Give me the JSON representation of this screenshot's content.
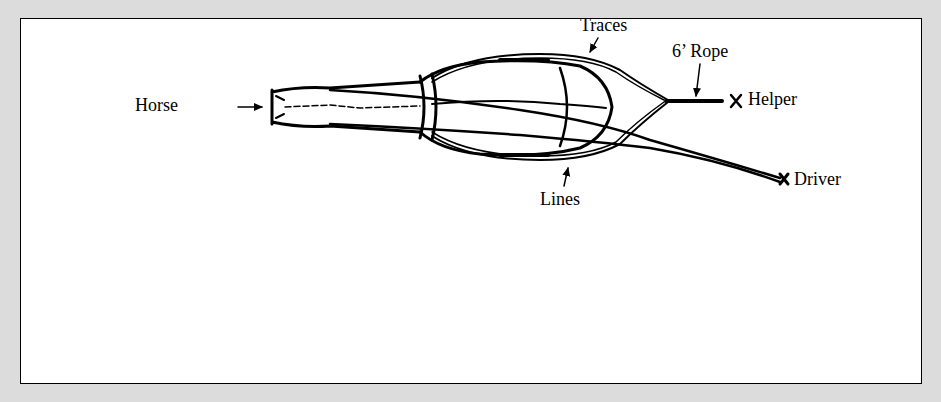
{
  "diagram": {
    "labels": [
      "Horse",
      "Traces",
      "6’ Rope",
      "Helper",
      "Lines",
      "Driver"
    ]
  }
}
